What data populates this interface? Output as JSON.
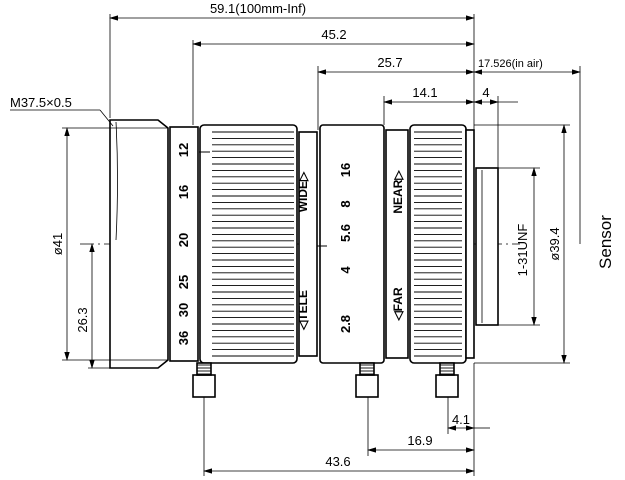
{
  "dimensions": {
    "total_length": "59.1(100mm-Inf)",
    "length_45_2": "45.2",
    "length_25_7": "25.7",
    "flange_back": "17.526(in air)",
    "length_14_1": "14.1",
    "length_4_top": "4",
    "filter_thread": "M37.5×0.5",
    "front_diameter": "ø41",
    "radius_26_3": "26.3",
    "mount_thread": "1-31UNF",
    "rear_diameter": "ø39.4",
    "length_4_1": "4.1",
    "length_16_9": "16.9",
    "length_43_6": "43.6"
  },
  "zoom_scale": [
    "12",
    "16",
    "20",
    "25",
    "30",
    "36"
  ],
  "iris_scale": [
    "16",
    "8",
    "5.6",
    "4",
    "2.8"
  ],
  "labels": {
    "wide": "WIDE▷",
    "tele": "◁TELE",
    "near": "NEAR▷",
    "far": "◁FAR",
    "sensor": "Sensor"
  }
}
